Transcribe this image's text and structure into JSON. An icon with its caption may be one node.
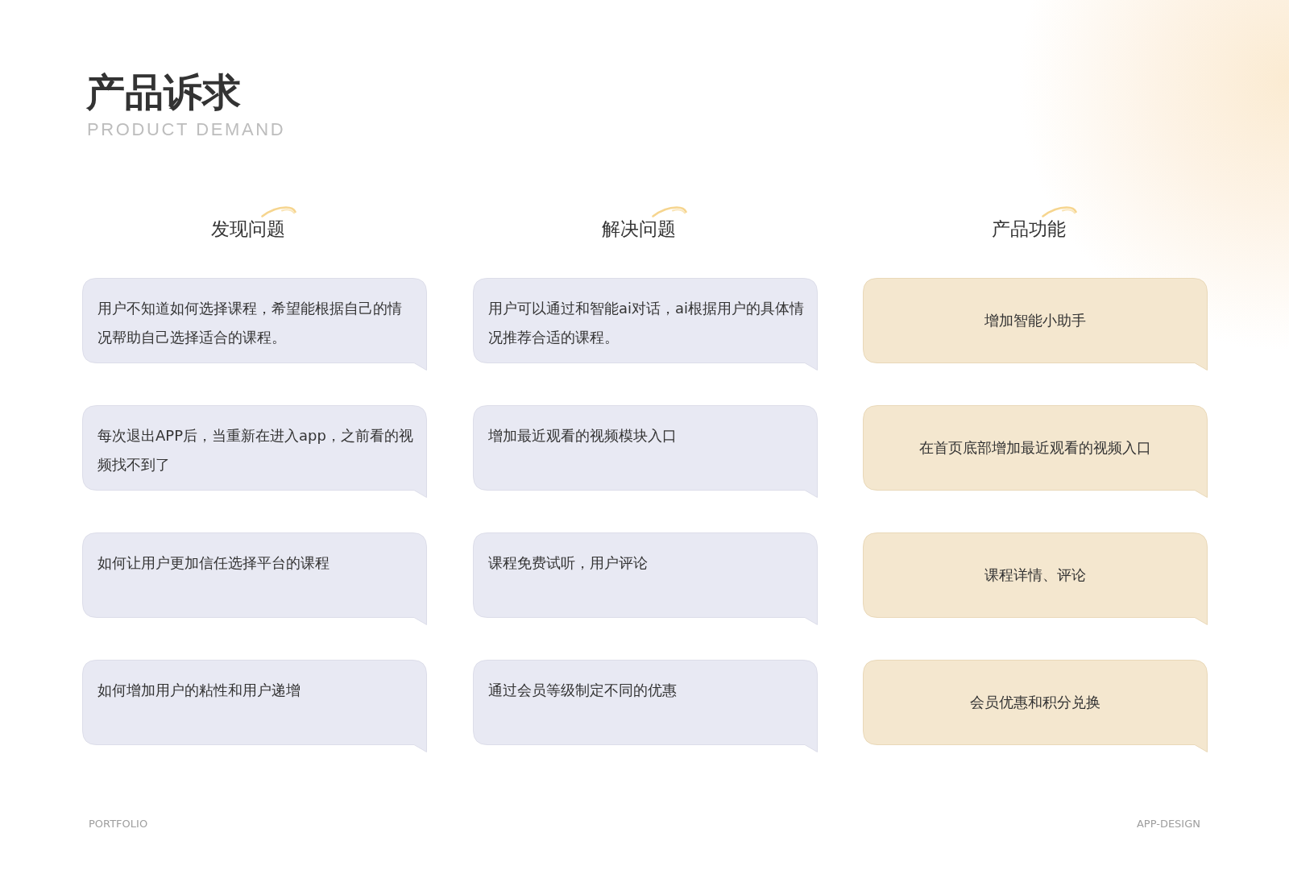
{
  "diagram": {
    "title": "产品诉求",
    "nodes": [
      {
        "text": [
          "用户不知道如何选择课程，希望能根据自己的情况帮助自己选择适合的课程。"
        ]
      },
      {
        "text": [
          "用户可以通过和智能ai对话，ai根据用户的具体情况推荐合适的课程。"
        ]
      },
      {
        "text": [
          "增加智能小助手"
        ]
      },
      {
        "text": [
          "每次退出APP后，当重新在进入app，之前看的视频找不到了"
        ]
      },
      {
        "text": [
          "增加最近观看的视频模块入口"
        ]
      },
      {
        "text": [
          "在首页底部增加最近观看的视频入口"
        ]
      },
      {
        "text": [
          "如何让用户更加信任选择平台的课程"
        ]
      },
      {
        "text": [
          "课程免费试听，用户评论"
        ]
      },
      {
        "text": [
          "课程详情、评论"
        ]
      },
      {
        "text": [
          "如何增加用户的粘性和用户递增"
        ]
      },
      {
        "text": [
          "通过会员等级制定不同的优惠"
        ]
      },
      {
        "text": [
          "会员优惠和积分兑换"
        ]
      }
    ],
    "labels": [
      "PRODUCT DEMAND",
      "发现问题",
      "解决问题",
      "产品功能",
      "PORTFOLIO",
      "APP-DESIGN"
    ]
  }
}
